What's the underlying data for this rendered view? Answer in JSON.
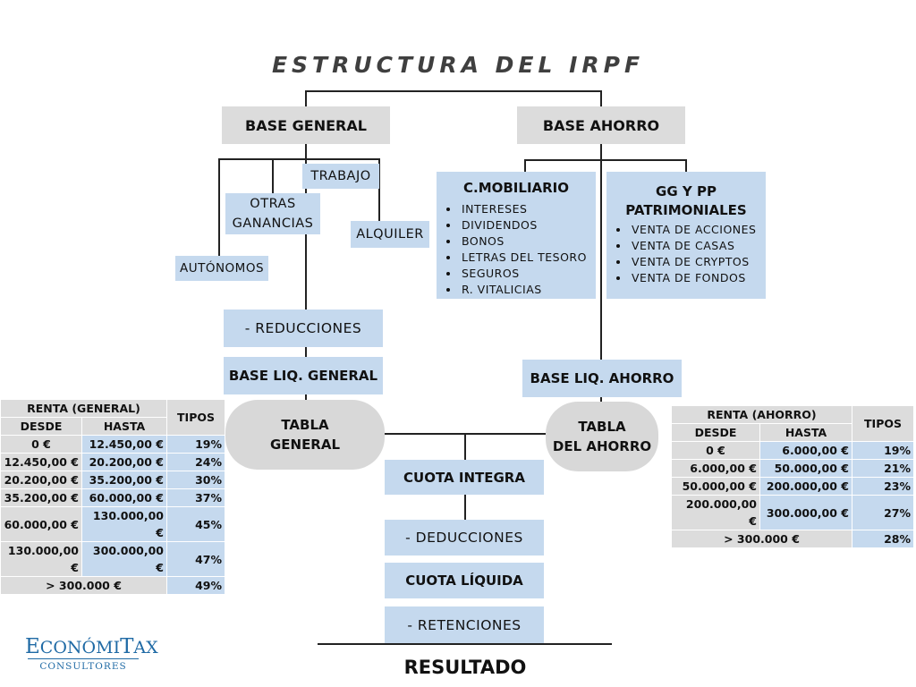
{
  "title": "ESTRUCTURA DEL IRPF",
  "base_general": "BASE GENERAL",
  "base_ahorro": "BASE AHORRO",
  "general_sources": {
    "trabajo": "TRABAJO",
    "otras_ganancias": "OTRAS\nGANANCIAS",
    "alquiler": "ALQUILER",
    "autonomos": "AUTÓNOMOS"
  },
  "mobiliario": {
    "title": "C.MOBILIARIO",
    "items": [
      "INTERESES",
      "DIVIDENDOS",
      "BONOS",
      "LETRAS DEL TESORO",
      "SEGUROS",
      "R. VITALICIAS"
    ]
  },
  "patrimoniales": {
    "title": "GG Y PP\nPATRIMONIALES",
    "items": [
      "VENTA DE ACCIONES",
      "VENTA DE CASAS",
      "VENTA DE CRYPTOS",
      "VENTA DE FONDOS"
    ]
  },
  "reducciones": "- REDUCCIONES",
  "base_liq_general": "BASE LIQ. GENERAL",
  "base_liq_ahorro": "BASE LIQ. AHORRO",
  "tabla_general": "TABLA\nGENERAL",
  "tabla_ahorro": "TABLA\nDEL AHORRO",
  "cuota_integra": "CUOTA INTEGRA",
  "deducciones": "- DEDUCCIONES",
  "cuota_liquida": "CUOTA LÍQUIDA",
  "retenciones": "- RETENCIONES",
  "resultado": "RESULTADO",
  "table_general": {
    "title": "RENTA (GENERAL)",
    "col_desde": "DESDE",
    "col_hasta": "HASTA",
    "col_tipos": "TIPOS",
    "rows": [
      {
        "desde": "0 €",
        "hasta": "12.450,00 €",
        "tipo": "19%"
      },
      {
        "desde": "12.450,00 €",
        "hasta": "20.200,00 €",
        "tipo": "24%"
      },
      {
        "desde": "20.200,00 €",
        "hasta": "35.200,00 €",
        "tipo": "30%"
      },
      {
        "desde": "35.200,00 €",
        "hasta": "60.000,00 €",
        "tipo": "37%"
      },
      {
        "desde": "60.000,00 €",
        "hasta": "130.000,00 €",
        "tipo": "45%"
      },
      {
        "desde": "130.000,00 €",
        "hasta": "300.000,00 €",
        "tipo": "47%"
      }
    ],
    "last": {
      "range": "> 300.000 €",
      "tipo": "49%"
    }
  },
  "table_ahorro": {
    "title": "RENTA (AHORRO)",
    "col_desde": "DESDE",
    "col_hasta": "HASTA",
    "col_tipos": "TIPOS",
    "rows": [
      {
        "desde": "0 €",
        "hasta": "6.000,00 €",
        "tipo": "19%"
      },
      {
        "desde": "6.000,00 €",
        "hasta": "50.000,00 €",
        "tipo": "21%"
      },
      {
        "desde": "50.000,00 €",
        "hasta": "200.000,00 €",
        "tipo": "23%"
      },
      {
        "desde": "200.000,00 €",
        "hasta": "300.000,00 €",
        "tipo": "27%"
      }
    ],
    "last": {
      "range": "> 300.000 €",
      "tipo": "28%"
    }
  },
  "logo": {
    "main_first": "E",
    "main_a": "CONÓMI",
    "main_second": "T",
    "main_b": "AX",
    "sub": "CONSULTORES"
  },
  "colors": {
    "gray": "#dcdcdc",
    "blue": "#c5d9ee",
    "logo": "#1f6aa5"
  }
}
